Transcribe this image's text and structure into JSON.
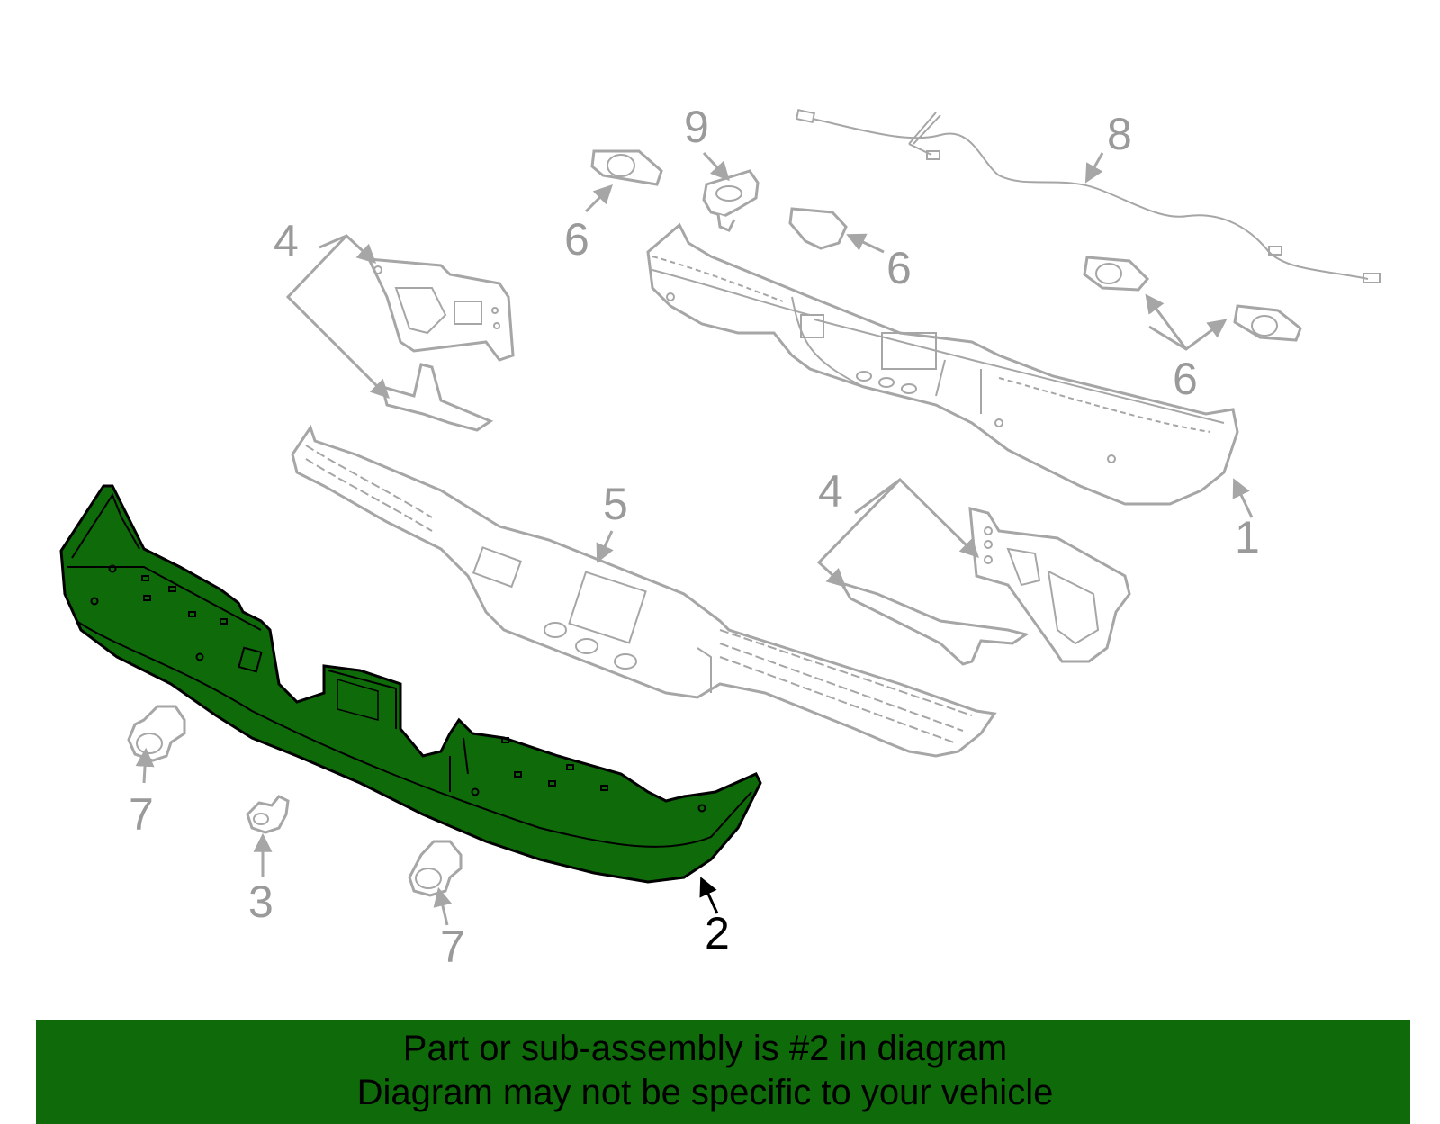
{
  "callouts": {
    "c1": "1",
    "c2": "2",
    "c3": "3",
    "c4a": "4",
    "c4b": "4",
    "c5": "5",
    "c6a": "6",
    "c6b": "6",
    "c6c": "6",
    "c7a": "7",
    "c7b": "7",
    "c8": "8",
    "c9": "9"
  },
  "caption": {
    "line1": "Part or sub-assembly is #2 in diagram",
    "line2": "Diagram may not be specific to your vehicle"
  },
  "colors": {
    "highlight": "#0f6a0a",
    "banner": "#0f6a0a",
    "lines": "#a6a6a6",
    "callout_text": "#9a9a9a"
  }
}
